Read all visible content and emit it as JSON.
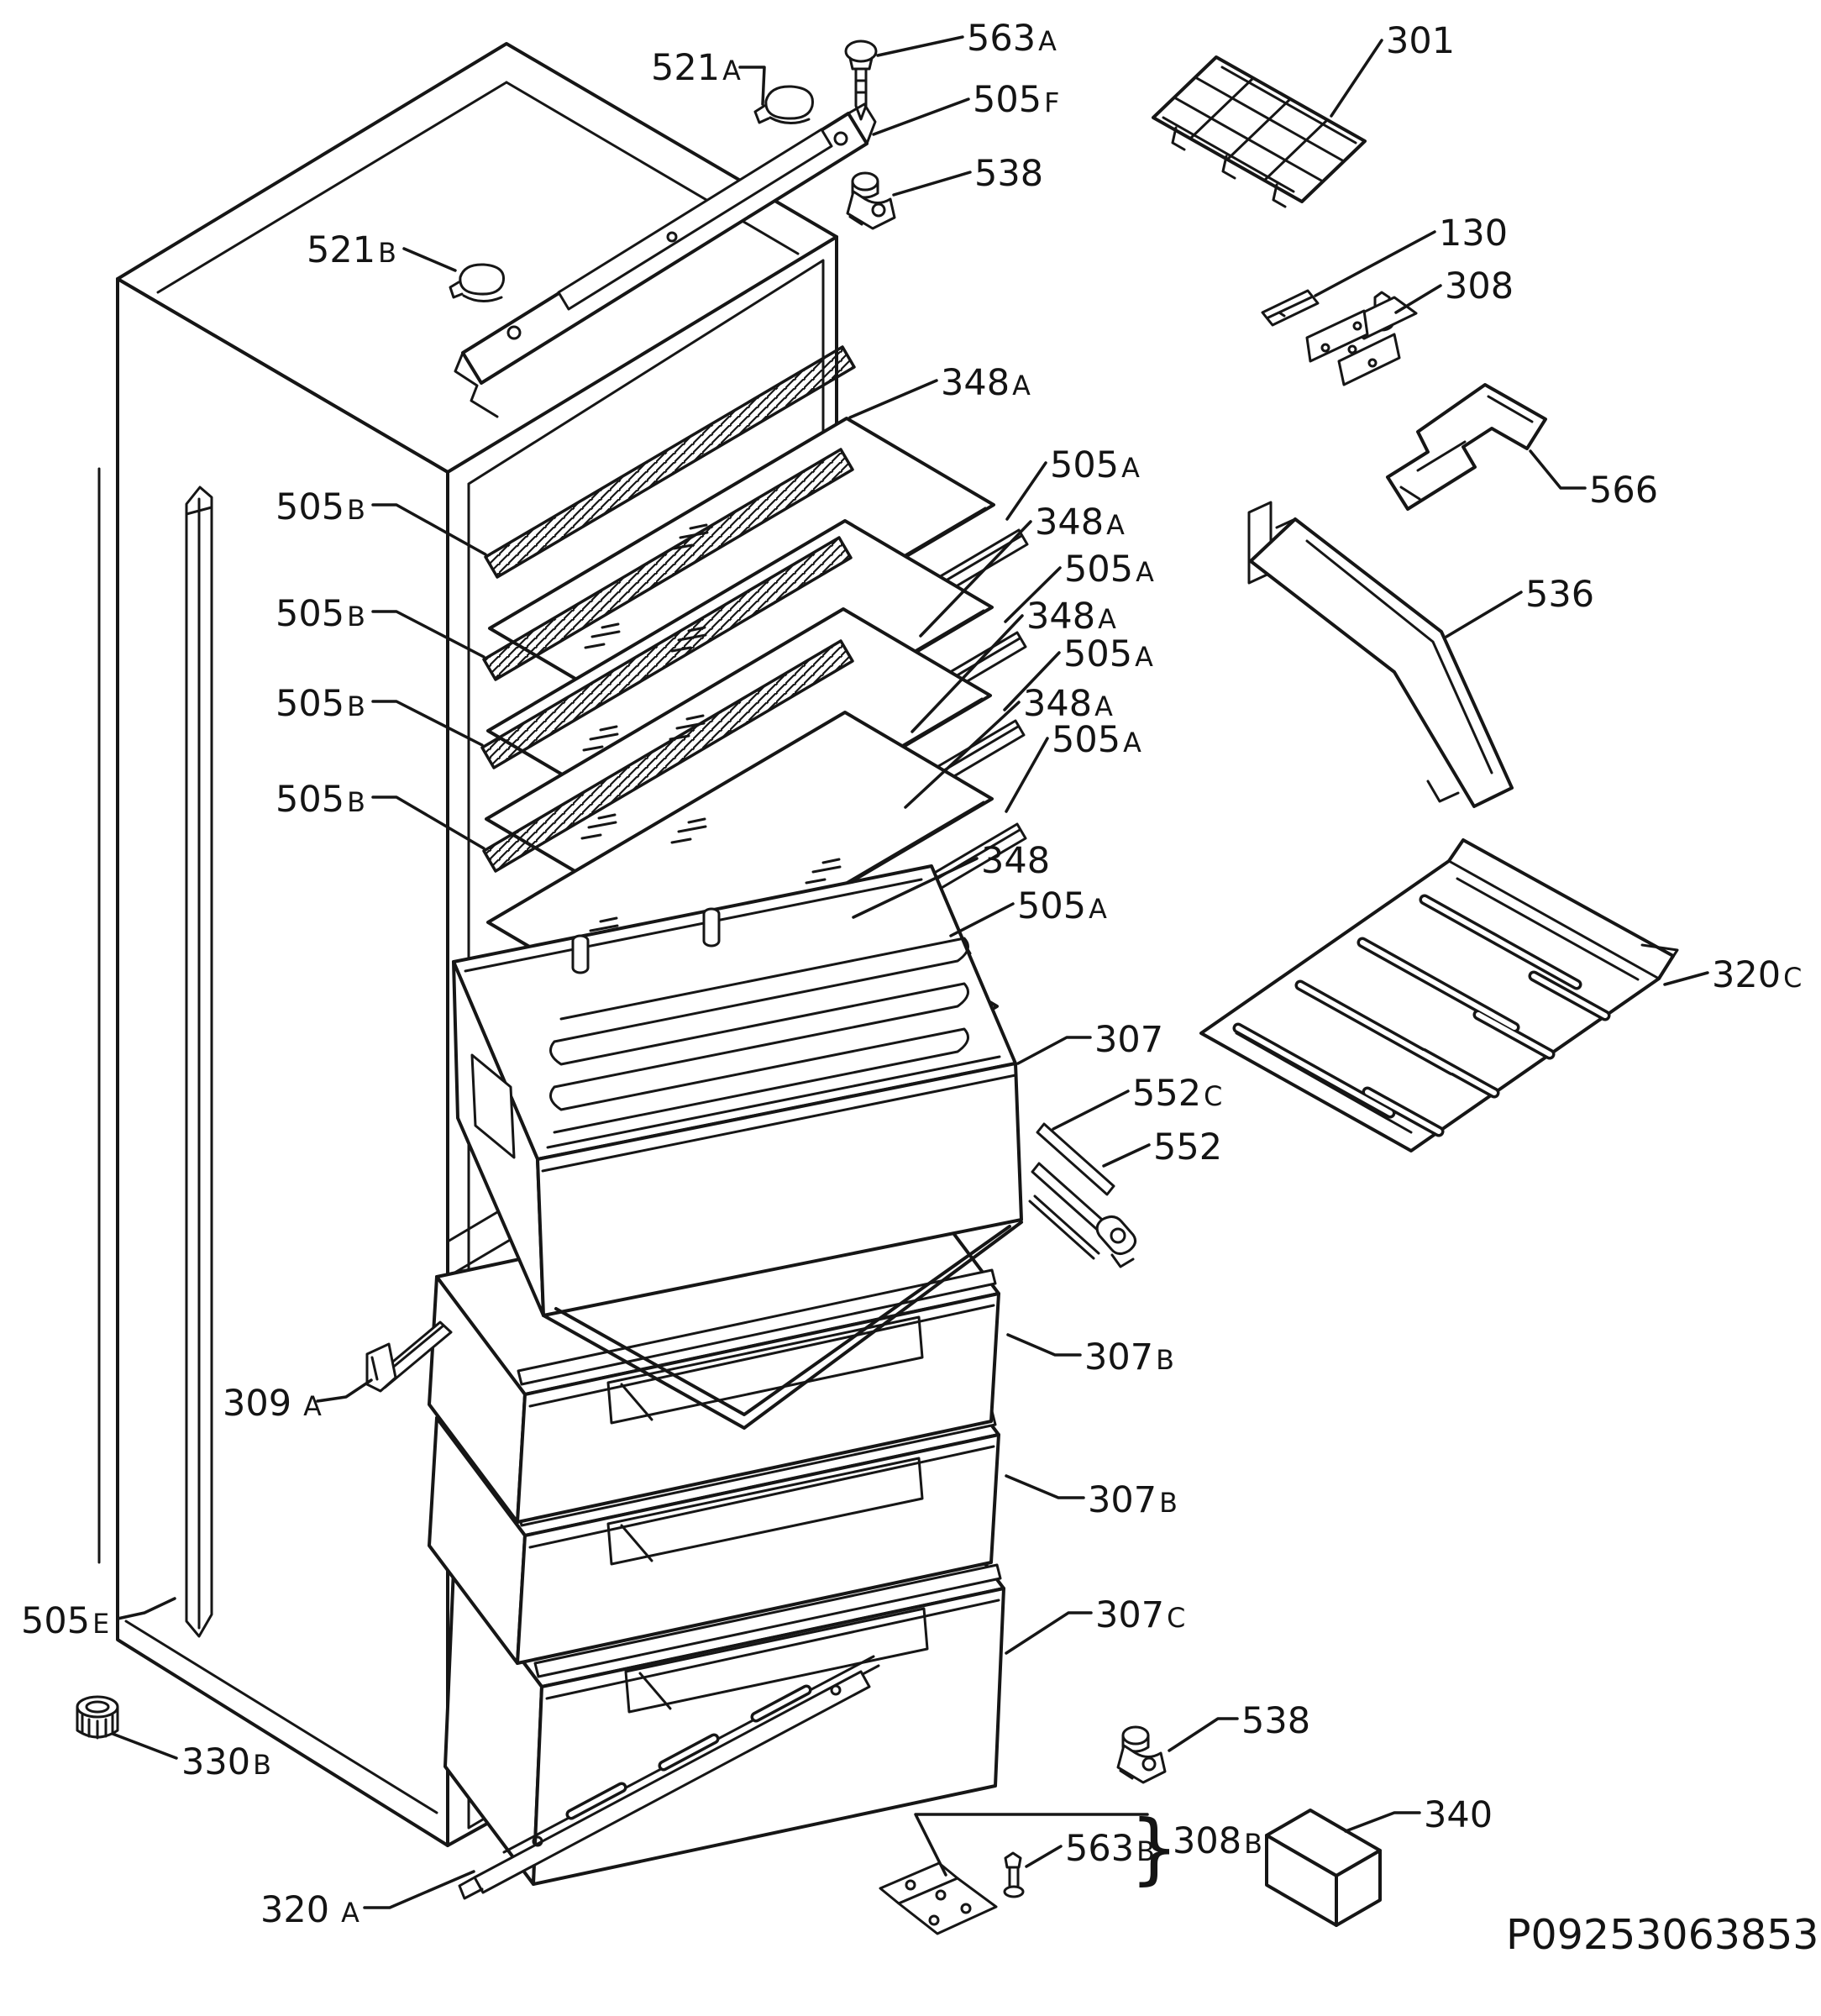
{
  "figure": {
    "kind": "exploded parts diagram",
    "subject": "refrigerator-freezer cabinet assembly",
    "part_code": "P09253063853"
  },
  "callouts": {
    "c521A": "521A",
    "c563A": "563A",
    "c505F": "505F",
    "c538_top": "538",
    "c301": "301",
    "c521B": "521B",
    "c130": "130",
    "c308": "308",
    "c348A_1": "348A",
    "c348A_2": "348A",
    "c348A_3": "348A",
    "c348A_4": "348A",
    "c505A_1": "505A",
    "c505A_2": "505A",
    "c505A_3": "505A",
    "c505A_4": "505A",
    "c505A_5": "505A",
    "c505B_1": "505B",
    "c505B_2": "505B",
    "c505B_3": "505B",
    "c505B_4": "505B",
    "c566": "566",
    "c536": "536",
    "c348": "348",
    "c320C": "320C",
    "c307": "307",
    "c552C": "552C",
    "c552": "552",
    "c309A": "309 A",
    "c307B_1": "307B",
    "c307B_2": "307B",
    "c307C": "307C",
    "c505E": "505E",
    "c330B": "330B",
    "c538_bottom": "538",
    "c340": "340",
    "c563B": "563B",
    "c308B": "308B",
    "c320A": "320 A",
    "brace_308B": "}"
  }
}
